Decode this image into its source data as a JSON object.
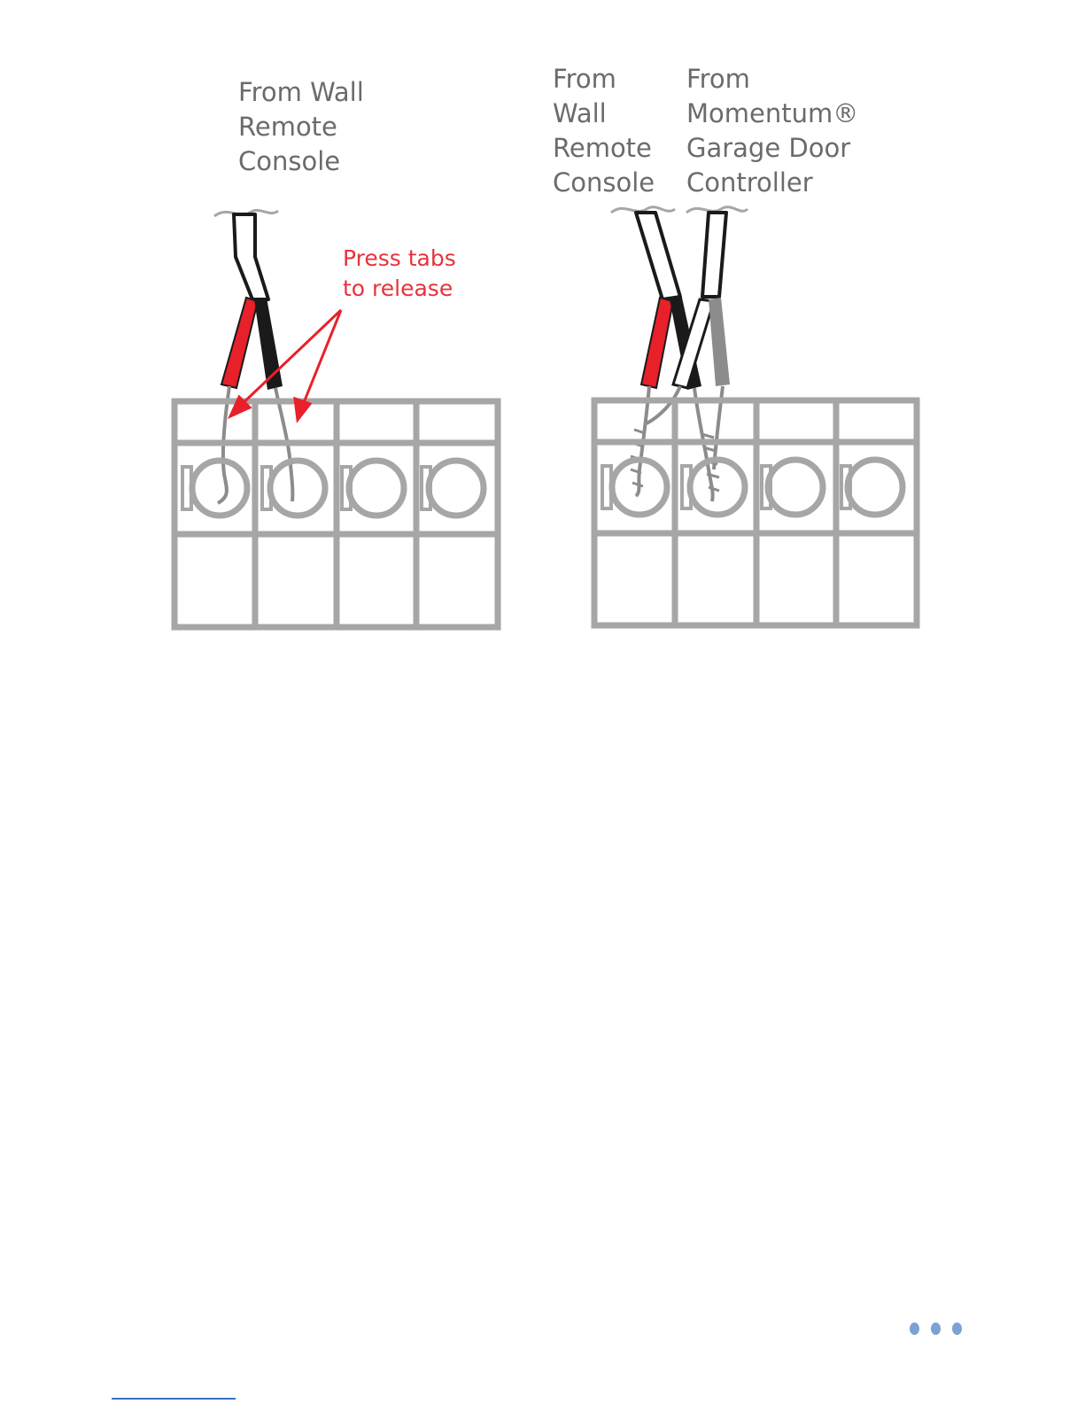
{
  "left_figure": {
    "source_label": "From Wall\nRemote\nConsole",
    "callout": "Press tabs\nto release"
  },
  "right_figure": {
    "source_label_a": "From\nWall\nRemote\nConsole",
    "source_label_b": "From\nMomentum®\nGarage Door\nController"
  },
  "colors": {
    "red_wire": "#e8202a",
    "black_wire": "#1a1a1a",
    "gray_wire": "#8c8c8c",
    "terminal_block": "#a6a6a6",
    "callout": "#e8323c",
    "page_dots": "#7aa2d4",
    "footer_line": "#3b6fc6"
  },
  "page_dots": [
    "dot",
    "dot",
    "dot"
  ]
}
